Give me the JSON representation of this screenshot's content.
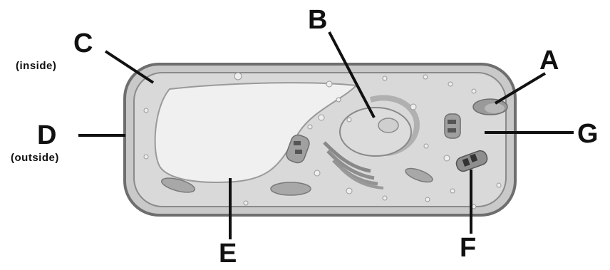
{
  "labels": {
    "A": "A",
    "B": "B",
    "C": "C",
    "C_sub": "(inside)",
    "D": "D",
    "D_sub": "(outside)",
    "E": "E",
    "F": "F",
    "G": "G"
  },
  "colors": {
    "cell_fill": "#d6d6d6",
    "wall_stroke": "#6e6e6e",
    "vacuole_fill": "#efefef",
    "organelle_fill": "#bdbdbd",
    "nucleus_fill": "#dcdcdc",
    "ink": "#111111"
  }
}
